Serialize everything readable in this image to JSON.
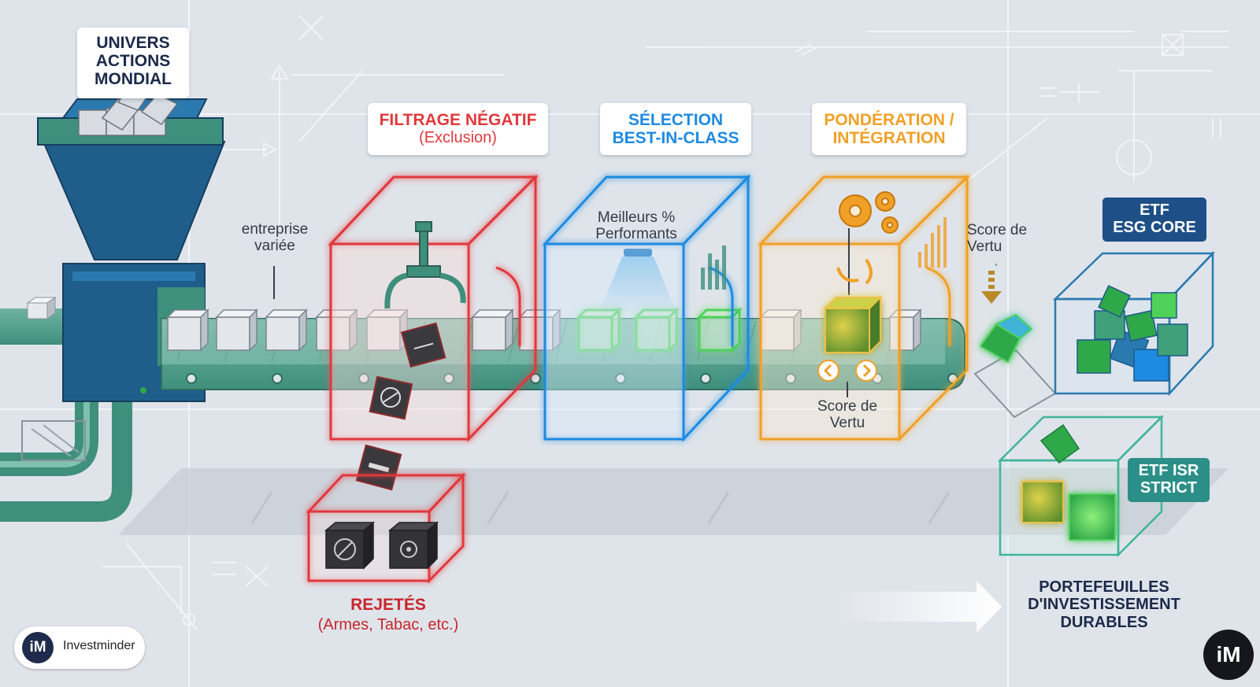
{
  "hopper_card": {
    "title": "UNIVERS\nACTIONS\nMONDIAL"
  },
  "annotations": {
    "entreprise": "entreprise\nvariée",
    "meilleurs": "Meilleurs %\nPerformants",
    "score_right": "Score de\nVertu",
    "score_bottom": "Score de\nVertu"
  },
  "stages": {
    "filtrage": {
      "title": "FILTRAGE NÉGATIF",
      "subtitle": "(Exclusion)",
      "color": "#e0393d"
    },
    "selection": {
      "title": "SÉLECTION\nBEST-IN-CLASS",
      "color": "#1e8be0"
    },
    "ponderation": {
      "title": "PONDÉRATION /\nINTÉGRATION",
      "color": "#f0a027"
    }
  },
  "rejected": {
    "title": "REJETÉS",
    "subtitle": "(Armes, Tabac, etc.)",
    "color": "#c8262c"
  },
  "outputs": {
    "esg_core": {
      "label": "ETF\nESG CORE",
      "color": "#1e4f86"
    },
    "isr_strict": {
      "label": "ETF ISR\nSTRICT",
      "color": "#2b8f88"
    }
  },
  "portfolio_label": "PORTEFEUILLES\nD'INVESTISSEMENT\nDURABLES",
  "brand": {
    "mark": "iM",
    "name": "Investminder"
  },
  "colors": {
    "background": "#dfe4ea",
    "machine": "#1f5e8a",
    "belt": "#3f8f7d",
    "navy_text": "#1b2a4a"
  }
}
